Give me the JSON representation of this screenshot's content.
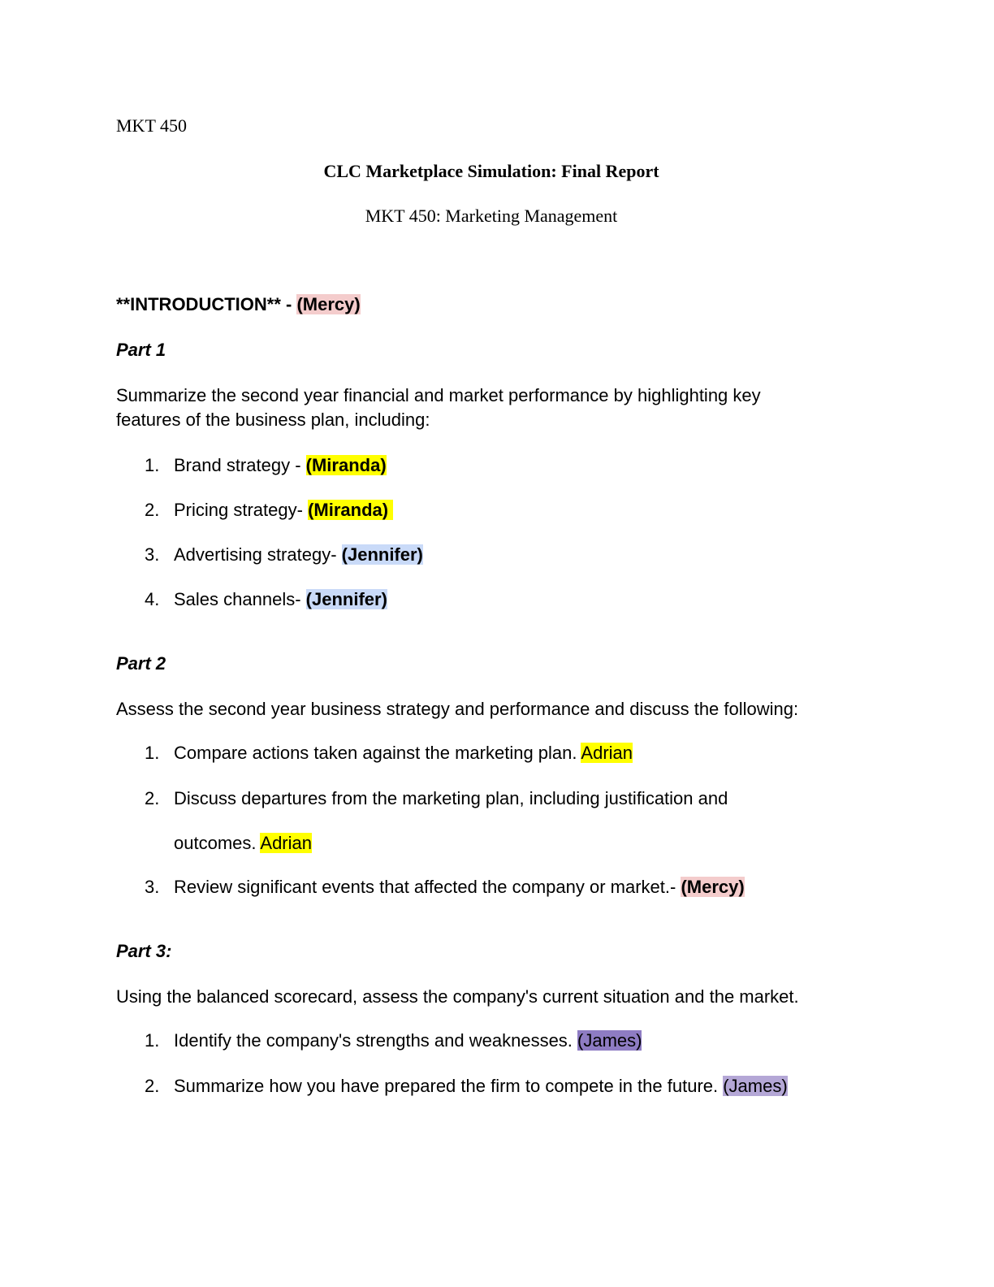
{
  "header": {
    "course": "MKT 450",
    "title": "CLC Marketplace Simulation: Final Report",
    "subtitle": "MKT 450: Marketing Management"
  },
  "intro": {
    "label": "**INTRODUCTION** - ",
    "owner": "(Mercy)"
  },
  "part1": {
    "heading": "Part 1",
    "paragraph_line1": "Summarize the second year financial and market performance by highlighting key",
    "paragraph_line2": "features of the business plan, including:",
    "items": [
      {
        "num": "1.",
        "text": "Brand strategy - ",
        "owner": "(Miranda)"
      },
      {
        "num": "2.",
        "text": "Pricing strategy- ",
        "owner": "(Miranda) "
      },
      {
        "num": "3.",
        "text": "Advertising strategy- ",
        "owner": "(Jennifer)"
      },
      {
        "num": "4.",
        "text": "Sales channels- ",
        "owner": "(Jennifer)"
      }
    ]
  },
  "part2": {
    "heading": "Part 2",
    "paragraph": "Assess the second year business strategy and performance and discuss the following:",
    "items": [
      {
        "num": "1.",
        "text": "Compare actions taken against the marketing plan. ",
        "owner": "Adrian"
      },
      {
        "num": "2.",
        "text": "Discuss departures from the marketing plan, including justification and",
        "text_cont": "outcomes. ",
        "owner": "Adrian"
      },
      {
        "num": "3.",
        "text": "Review significant events that affected the company or market.- ",
        "owner": "(Mercy)"
      }
    ]
  },
  "part3": {
    "heading": "Part 3:",
    "paragraph": "Using the balanced scorecard, assess the company's current situation and the market.",
    "items": [
      {
        "num": "1.",
        "text": "Identify the company's strengths and weaknesses. ",
        "owner": "(James)"
      },
      {
        "num": "2.",
        "text": "Summarize how you have prepared the firm to compete in the future. ",
        "owner": "(James)"
      }
    ]
  },
  "colors": {
    "highlight_pink": "#f4cccc",
    "highlight_yellow": "#ffff00",
    "highlight_blue": "#c9daf8",
    "highlight_purple": "#8e7cc3",
    "highlight_light_purple": "#b4a7d6"
  }
}
